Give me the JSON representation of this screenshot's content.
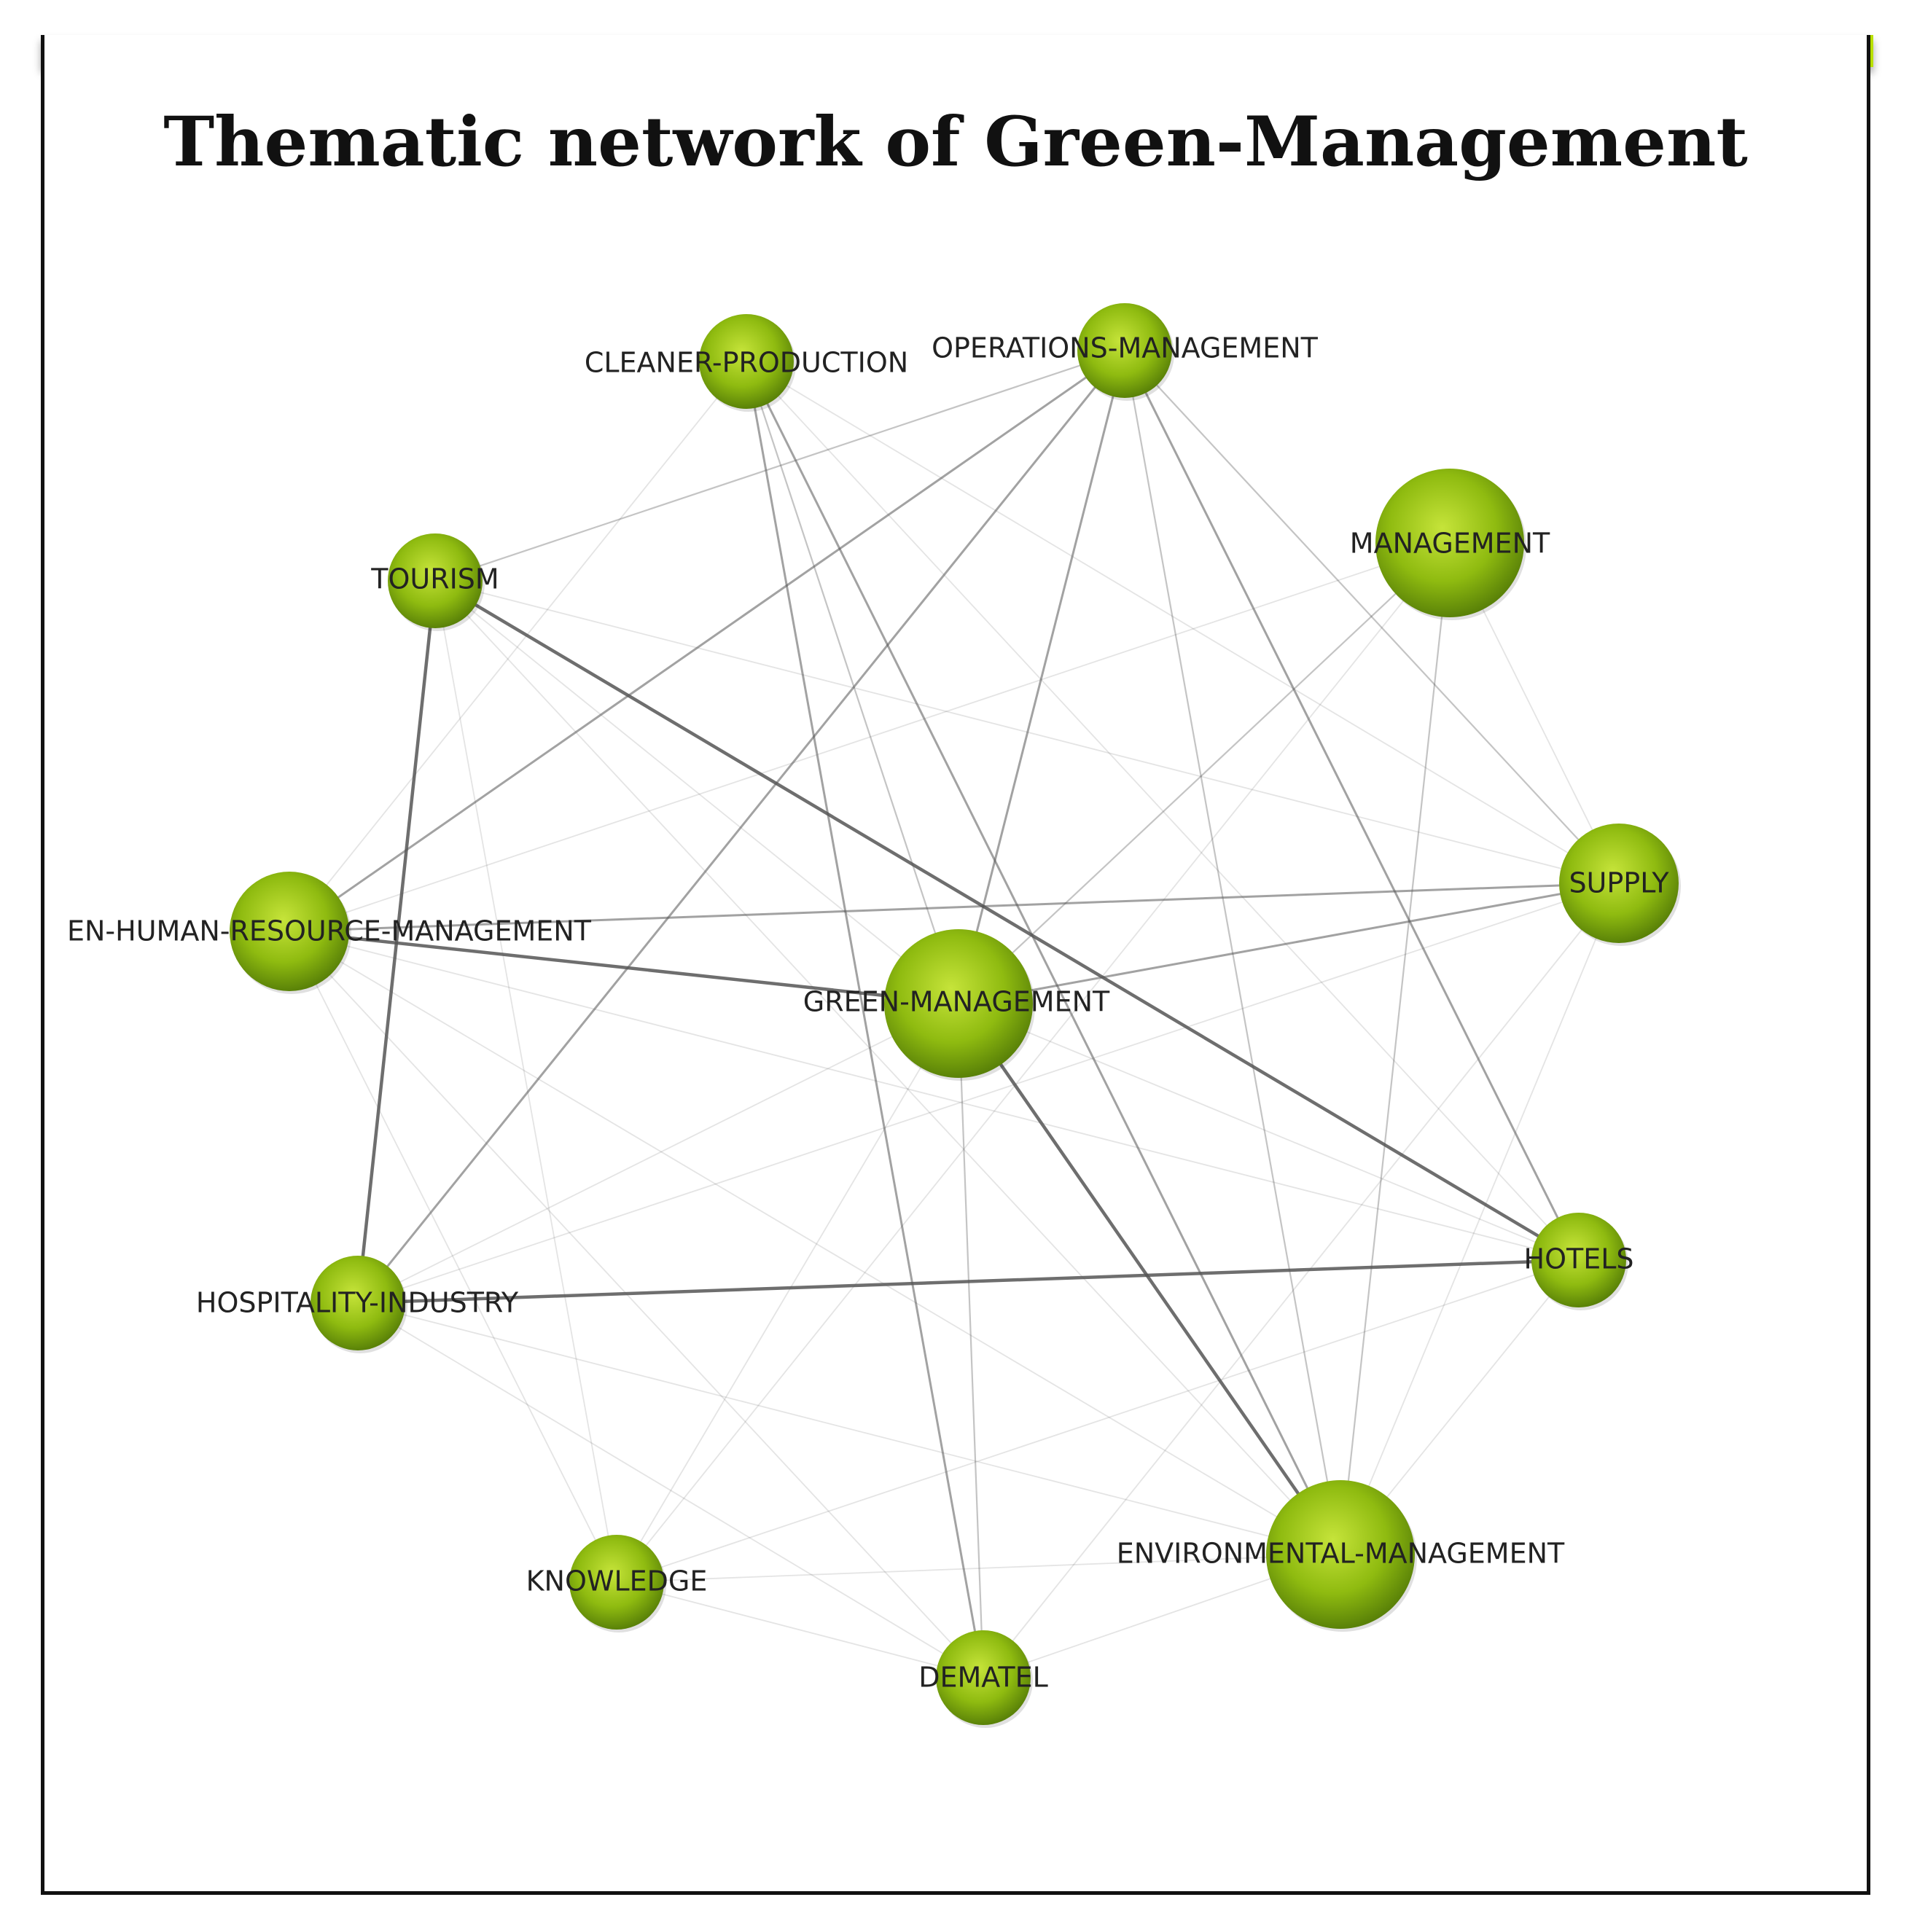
{
  "title": "Thematic network of Green-Management",
  "colors": {
    "accent_bar": "#b8e000",
    "node_light": "#c6e43a",
    "node_mid": "#8fbb10",
    "node_dark": "#5a8208",
    "edge": "#555555"
  },
  "network": {
    "nodes": [
      {
        "id": "cleaner-production",
        "label": "CLEANER-PRODUCTION",
        "weight": "small"
      },
      {
        "id": "operations-management",
        "label": "OPERATIONS-MANAGEMENT",
        "weight": "small"
      },
      {
        "id": "management",
        "label": "MANAGEMENT",
        "weight": "large"
      },
      {
        "id": "tourism",
        "label": "TOURISM",
        "weight": "small"
      },
      {
        "id": "supply",
        "label": "SUPPLY",
        "weight": "medium"
      },
      {
        "id": "green-hrm",
        "label": "EN-HUMAN-RESOURCE-MANAGEMENT",
        "weight": "medium"
      },
      {
        "id": "green-management",
        "label": "GREEN-MANAGEMENT",
        "weight": "large"
      },
      {
        "id": "hotels",
        "label": "HOTELS",
        "weight": "small"
      },
      {
        "id": "hospitality-industry",
        "label": "HOSPITALITY-INDUSTRY",
        "weight": "small"
      },
      {
        "id": "environmental-management",
        "label": "ENVIRONMENTAL-MANAGEMENT",
        "weight": "large"
      },
      {
        "id": "knowledge",
        "label": "KNOWLEDGE",
        "weight": "small"
      },
      {
        "id": "dematel",
        "label": "DEMATEL",
        "weight": "small"
      }
    ],
    "edges": [
      {
        "source": "tourism",
        "target": "hotels",
        "strength": "strong"
      },
      {
        "source": "tourism",
        "target": "hospitality-industry",
        "strength": "strong"
      },
      {
        "source": "hospitality-industry",
        "target": "hotels",
        "strength": "strong"
      },
      {
        "source": "green-management",
        "target": "environmental-management",
        "strength": "strong"
      },
      {
        "source": "green-hrm",
        "target": "green-management",
        "strength": "strong"
      },
      {
        "source": "cleaner-production",
        "target": "dematel",
        "strength": "medium"
      },
      {
        "source": "operations-management",
        "target": "green-management",
        "strength": "medium"
      },
      {
        "source": "green-management",
        "target": "supply",
        "strength": "medium"
      },
      {
        "source": "operations-management",
        "target": "green-hrm",
        "strength": "medium"
      },
      {
        "source": "operations-management",
        "target": "hospitality-industry",
        "strength": "medium"
      },
      {
        "source": "green-hrm",
        "target": "supply",
        "strength": "medium"
      },
      {
        "source": "cleaner-production",
        "target": "environmental-management",
        "strength": "medium"
      },
      {
        "source": "operations-management",
        "target": "hotels",
        "strength": "medium"
      },
      {
        "source": "cleaner-production",
        "target": "green-management",
        "strength": "weak"
      },
      {
        "source": "tourism",
        "target": "operations-management",
        "strength": "weak"
      },
      {
        "source": "operations-management",
        "target": "supply",
        "strength": "weak"
      },
      {
        "source": "operations-management",
        "target": "environmental-management",
        "strength": "weak"
      },
      {
        "source": "management",
        "target": "environmental-management",
        "strength": "weak"
      },
      {
        "source": "management",
        "target": "green-management",
        "strength": "weak"
      },
      {
        "source": "management",
        "target": "supply",
        "strength": "faint"
      },
      {
        "source": "management",
        "target": "green-hrm",
        "strength": "faint"
      },
      {
        "source": "management",
        "target": "knowledge",
        "strength": "faint"
      },
      {
        "source": "supply",
        "target": "environmental-management",
        "strength": "faint"
      },
      {
        "source": "supply",
        "target": "dematel",
        "strength": "faint"
      },
      {
        "source": "supply",
        "target": "hospitality-industry",
        "strength": "faint"
      },
      {
        "source": "green-management",
        "target": "dematel",
        "strength": "weak"
      },
      {
        "source": "green-management",
        "target": "knowledge",
        "strength": "faint"
      },
      {
        "source": "green-management",
        "target": "hospitality-industry",
        "strength": "faint"
      },
      {
        "source": "green-management",
        "target": "hotels",
        "strength": "faint"
      },
      {
        "source": "green-hrm",
        "target": "environmental-management",
        "strength": "faint"
      },
      {
        "source": "green-hrm",
        "target": "dematel",
        "strength": "faint"
      },
      {
        "source": "green-hrm",
        "target": "hotels",
        "strength": "faint"
      },
      {
        "source": "green-hrm",
        "target": "cleaner-production",
        "strength": "faint"
      },
      {
        "source": "tourism",
        "target": "supply",
        "strength": "faint"
      },
      {
        "source": "tourism",
        "target": "knowledge",
        "strength": "faint"
      },
      {
        "source": "tourism",
        "target": "environmental-management",
        "strength": "faint"
      },
      {
        "source": "tourism",
        "target": "green-management",
        "strength": "faint"
      },
      {
        "source": "cleaner-production",
        "target": "supply",
        "strength": "faint"
      },
      {
        "source": "cleaner-production",
        "target": "hotels",
        "strength": "faint"
      },
      {
        "source": "hospitality-industry",
        "target": "environmental-management",
        "strength": "faint"
      },
      {
        "source": "hospitality-industry",
        "target": "dematel",
        "strength": "faint"
      },
      {
        "source": "knowledge",
        "target": "environmental-management",
        "strength": "faint"
      },
      {
        "source": "knowledge",
        "target": "dematel",
        "strength": "faint"
      },
      {
        "source": "knowledge",
        "target": "green-hrm",
        "strength": "faint"
      },
      {
        "source": "knowledge",
        "target": "hotels",
        "strength": "faint"
      },
      {
        "source": "dematel",
        "target": "environmental-management",
        "strength": "faint"
      },
      {
        "source": "hotels",
        "target": "environmental-management",
        "strength": "faint"
      }
    ]
  }
}
